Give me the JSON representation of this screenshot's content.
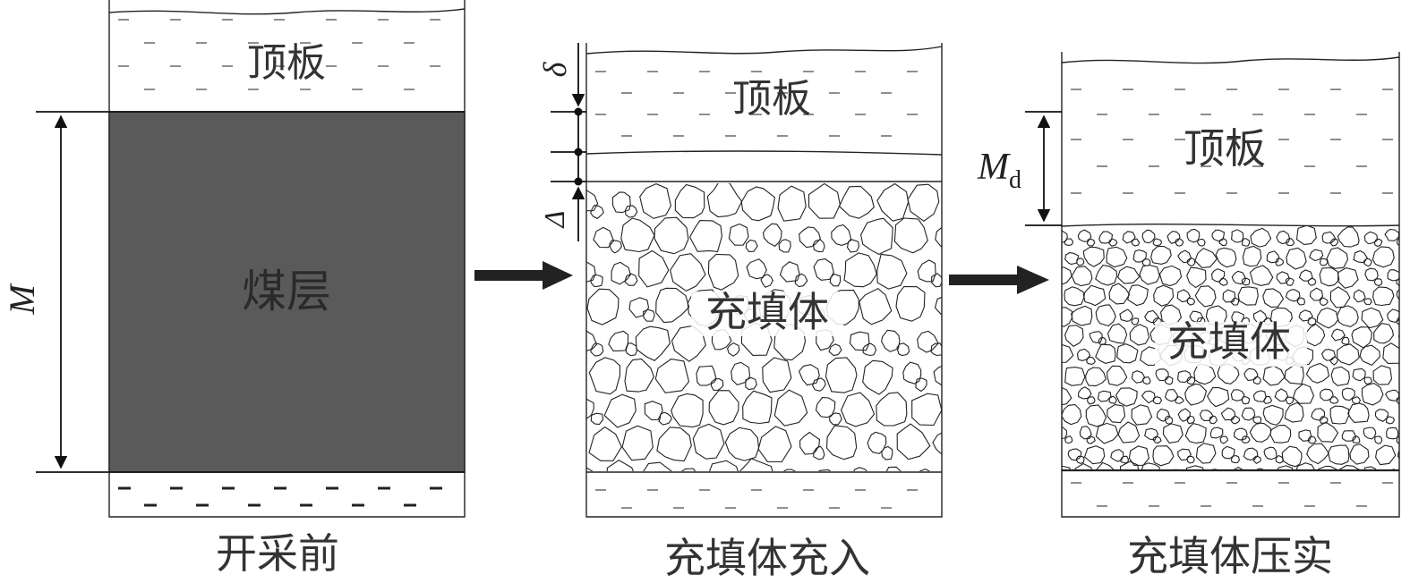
{
  "panels": [
    {
      "caption": "开采前",
      "roof_label": "顶板",
      "seam_label": "煤层"
    },
    {
      "caption": "充填体充入",
      "roof_label": "顶板",
      "fill_label": "充填体"
    },
    {
      "caption": "充填体压实",
      "roof_label": "顶板",
      "fill_label": "充填体"
    }
  ],
  "symbols": {
    "seam_height": "M",
    "roof_gap": "δ",
    "fill_shortfall": "Δ",
    "compacted_height_main": "M",
    "compacted_height_sub": "d"
  },
  "colors": {
    "coal_seam": "#5a5a5a",
    "lines": "#222222"
  }
}
